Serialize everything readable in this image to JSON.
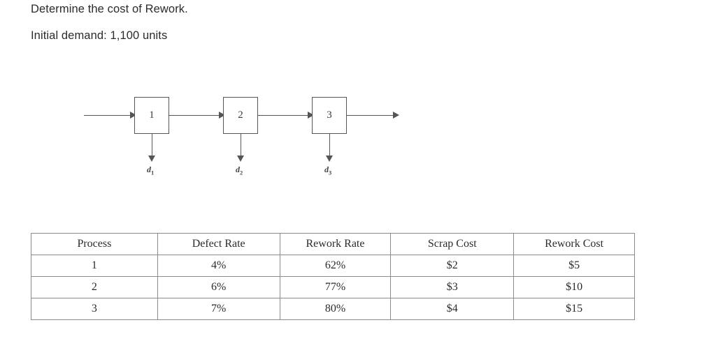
{
  "prompt": {
    "question": "Determine the cost of Rework.",
    "demand": "Initial demand: 1,100 units"
  },
  "diagram": {
    "processes": [
      {
        "label": "1",
        "defect_label": "d",
        "defect_sub": "1"
      },
      {
        "label": "2",
        "defect_label": "d",
        "defect_sub": "2"
      },
      {
        "label": "3",
        "defect_label": "d",
        "defect_sub": "3"
      }
    ]
  },
  "table": {
    "headers": [
      "Process",
      "Defect Rate",
      "Rework Rate",
      "Scrap Cost",
      "Rework Cost"
    ],
    "rows": [
      {
        "process": "1",
        "defect_rate": "4%",
        "rework_rate": "62%",
        "scrap_cost": "$2",
        "rework_cost": "$5"
      },
      {
        "process": "2",
        "defect_rate": "6%",
        "rework_rate": "77%",
        "scrap_cost": "$3",
        "rework_cost": "$10"
      },
      {
        "process": "3",
        "defect_rate": "7%",
        "rework_rate": "80%",
        "scrap_cost": "$4",
        "rework_cost": "$15"
      }
    ]
  }
}
